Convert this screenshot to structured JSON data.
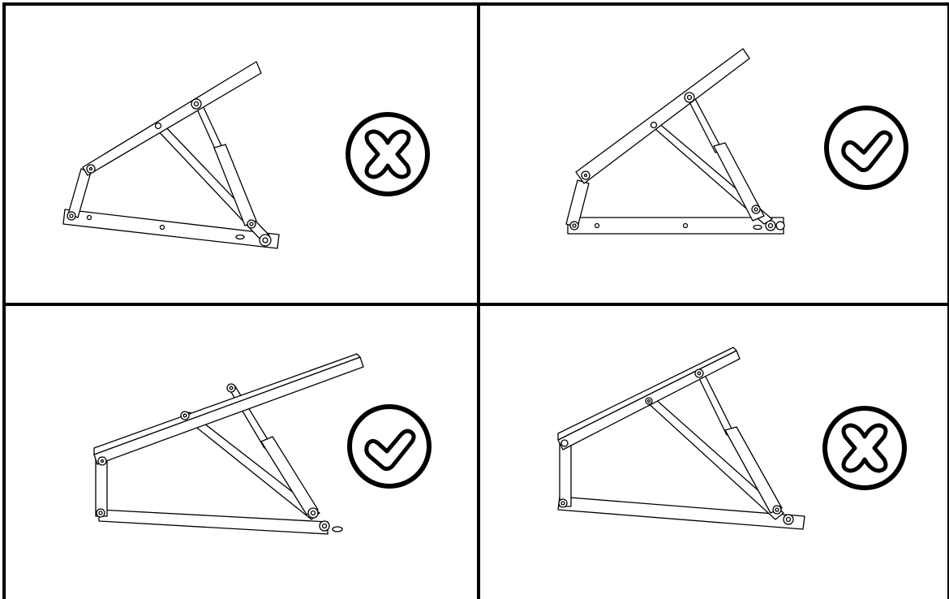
{
  "layout": "2x2-grid",
  "colors": {
    "ink": "#000000",
    "background": "#ffffff"
  },
  "panels": [
    {
      "id": "top-left",
      "mechanism": "lift-frame-bar-lid-gas-spring-right",
      "verdict": "incorrect",
      "verdict_icon": "x-mark-icon"
    },
    {
      "id": "top-right",
      "mechanism": "lift-frame-bar-lid-gas-spring-right",
      "verdict": "correct",
      "verdict_icon": "check-mark-icon"
    },
    {
      "id": "bottom-left",
      "mechanism": "lift-frame-angle-lid-gas-spring-right",
      "verdict": "correct",
      "verdict_icon": "check-mark-icon"
    },
    {
      "id": "bottom-right",
      "mechanism": "lift-frame-angle-lid-gas-spring-right",
      "verdict": "incorrect",
      "verdict_icon": "x-mark-icon"
    }
  ]
}
